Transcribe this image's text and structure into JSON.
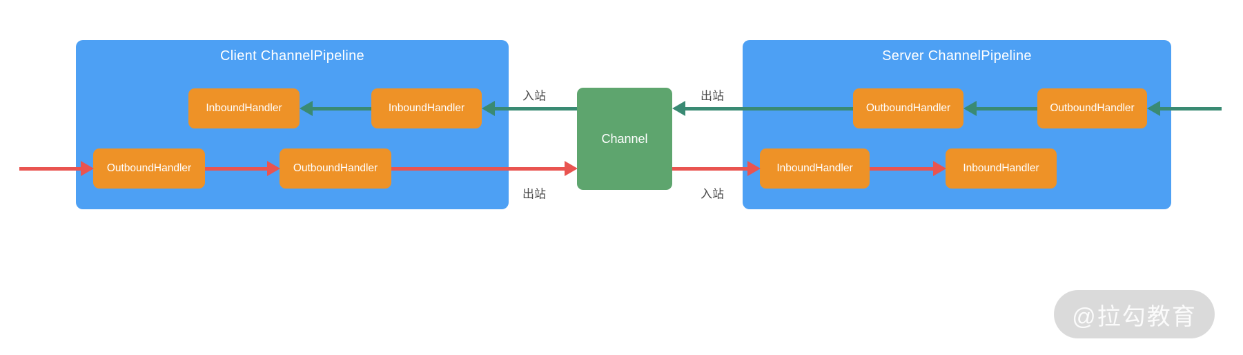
{
  "colors": {
    "pipeline_box_blue": "#4da0f4",
    "handler_box_orange": "#ee9227",
    "channel_box_green": "#5ea56e",
    "inbound_arrow_green": "#3a8a73",
    "outbound_arrow_red": "#e95450",
    "flow_label_text": "#4a4a4a",
    "watermark_pill_gray": "#d9d9d9"
  },
  "client_pipeline": {
    "title": "Client ChannelPipeline",
    "inbound_handlers": [
      "InboundHandler",
      "InboundHandler"
    ],
    "outbound_handlers": [
      "OutboundHandler",
      "OutboundHandler"
    ]
  },
  "server_pipeline": {
    "title": "Server ChannelPipeline",
    "outbound_handlers": [
      "OutboundHandler",
      "OutboundHandler"
    ],
    "inbound_handlers": [
      "InboundHandler",
      "InboundHandler"
    ]
  },
  "channel": {
    "label": "Channel"
  },
  "flow_labels": {
    "left_inbound": "入站",
    "left_outbound": "出站",
    "right_outbound": "出站",
    "right_inbound": "入站"
  },
  "watermark": {
    "text": "@拉勾教育"
  }
}
